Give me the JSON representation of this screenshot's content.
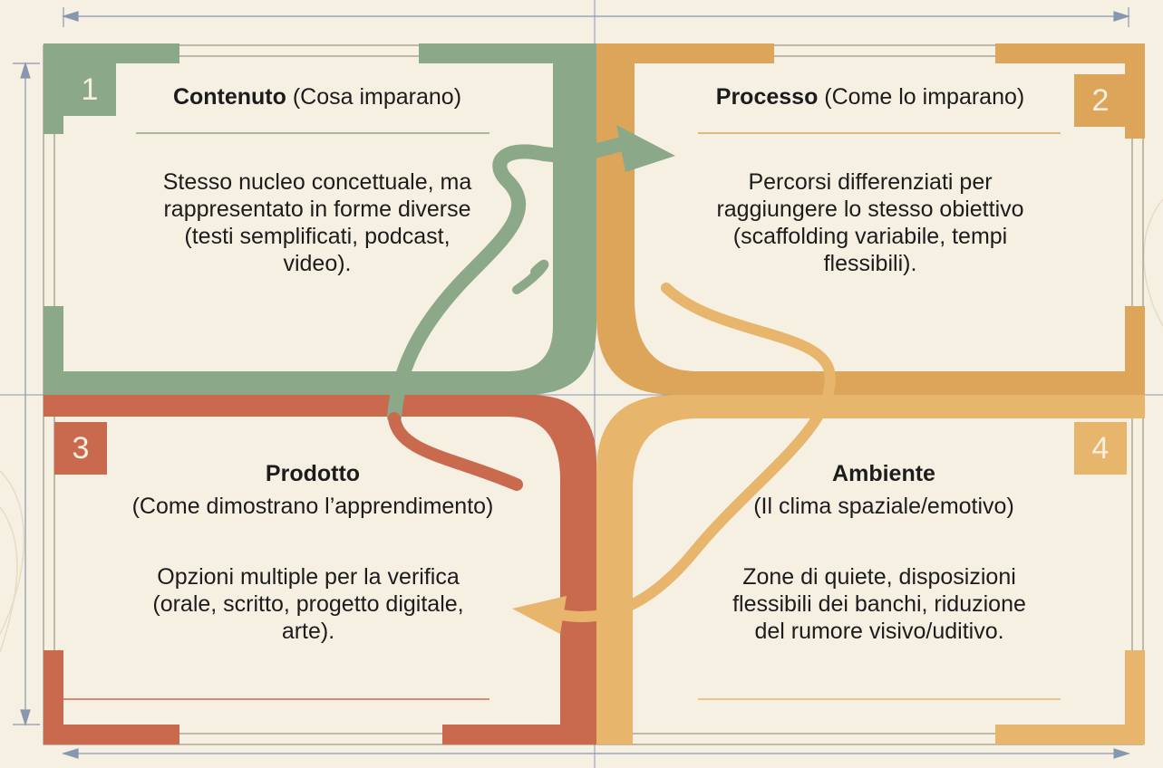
{
  "colors": {
    "background": "#f6f0e3",
    "content_green": "#8ba889",
    "process_gold": "#dca55a",
    "product_red": "#c96a4f",
    "environment_orange": "#e8b56d",
    "blueprint_line": "#8897b0"
  },
  "quadrants": [
    {
      "number": "1",
      "title": "Contenuto",
      "subtitle": "(Cosa imparano)",
      "body": [
        "Stesso nucleo concettuale, ma",
        "rappresentato in forme diverse",
        "(testi semplificati, podcast,",
        "video)."
      ]
    },
    {
      "number": "2",
      "title": "Processo",
      "subtitle": "(Come lo imparano)",
      "body": [
        "Percorsi differenziati per",
        "raggiungere lo stesso obiettivo",
        "(scaffolding variabile, tempi",
        "flessibili)."
      ]
    },
    {
      "number": "3",
      "title": "Prodotto",
      "subtitle": "(Come dimostrano l’apprendimento)",
      "body": [
        "Opzioni multiple per la verifica",
        "(orale, scritto, progetto digitale,",
        "arte)."
      ]
    },
    {
      "number": "4",
      "title": "Ambiente",
      "subtitle": "(Il clima spaziale/emotivo)",
      "body": [
        "Zone di quiete, disposizioni",
        "flessibili dei banchi, riduzione",
        "del rumore visivo/uditivo."
      ]
    }
  ]
}
